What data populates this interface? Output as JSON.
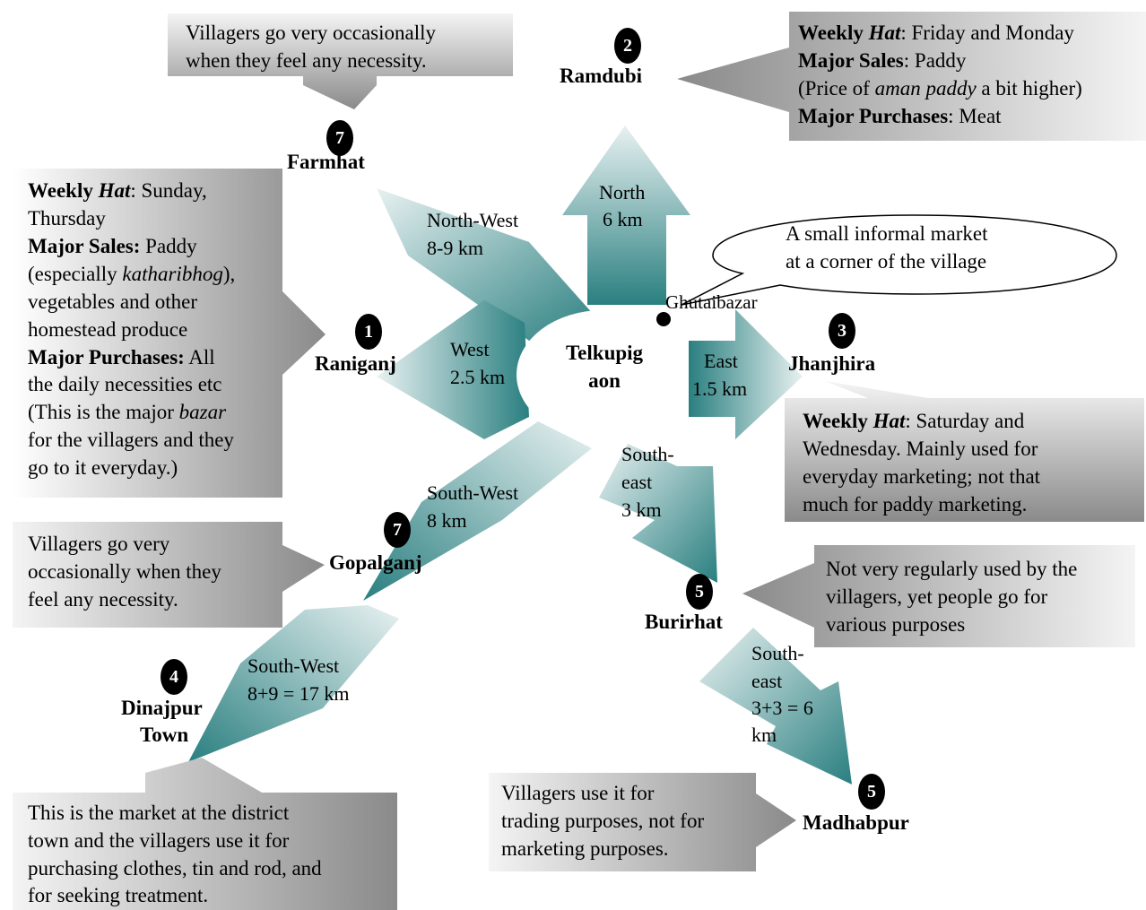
{
  "center": {
    "name_line1": "Telkupig",
    "name_line2": "aon"
  },
  "corner_market": {
    "name": "Ghutaibazar",
    "bubble_line1": "A small informal market",
    "bubble_line2": "at a corner of the village"
  },
  "routes": {
    "north": {
      "dir": "North",
      "dist": "6 km"
    },
    "north_west": {
      "dir": "North-West",
      "dist": "8-9 km"
    },
    "west": {
      "dir": "West",
      "dist": "2.5 km"
    },
    "east": {
      "dir": "East",
      "dist": "1.5 km"
    },
    "south_west": {
      "dir": "South-West",
      "dist": "8 km"
    },
    "south_east": {
      "dir1": "South-",
      "dir2": "east",
      "dist": "3 km"
    },
    "south_west_2": {
      "dir": "South-West",
      "dist": "8+9 = 17 km"
    },
    "south_east_2": {
      "dir1": "South-",
      "dir2": "east",
      "dist1": "3+3 = 6",
      "dist2": "km"
    }
  },
  "markets": {
    "ramdubi": {
      "name": "Ramdubi",
      "rank": "2"
    },
    "farmhat": {
      "name": "Farmhat",
      "rank": "7"
    },
    "raniganj": {
      "name": "Raniganj",
      "rank": "1"
    },
    "jhanjhira": {
      "name": "Jhanjhira",
      "rank": "3"
    },
    "gopalganj": {
      "name": "Gopalganj",
      "rank": "7"
    },
    "burirhat": {
      "name": "Burirhat",
      "rank": "5"
    },
    "dinajpur": {
      "name1": "Dinajpur",
      "name2": "Town",
      "rank": "4"
    },
    "madhabpur": {
      "name": "Madhabpur",
      "rank": "5"
    }
  },
  "notes": {
    "farmhat": {
      "line1": "Villagers go very occasionally",
      "line2": "when they feel any necessity."
    },
    "ramdubi": {
      "l1_b1": "Weekly ",
      "l1_i": "Hat",
      "l1_rest": ": Friday and Monday",
      "l2_b": "Major Sales",
      "l2_rest": ": Paddy",
      "l3_a": "(Price of ",
      "l3_i": "aman paddy",
      "l3_b": " a bit higher)",
      "l4_b": "Major Purchases",
      "l4_rest": ": Meat"
    },
    "raniganj": {
      "l1_b1": "Weekly ",
      "l1_i": "Hat",
      "l1_rest": ": Sunday,",
      "l2": "Thursday",
      "l3_b": "Major Sales:",
      "l3_rest": " Paddy",
      "l4_a": "(especially ",
      "l4_i": "katharibhog",
      "l4_b": "),",
      "l5": "vegetables and other",
      "l6": "homestead produce",
      "l7_b": "Major Purchases:",
      "l7_rest": " All",
      "l8": "the daily necessities etc",
      "l9": "(This is the major ",
      "l9_i": "bazar",
      "l10": "for the villagers and they",
      "l11": "go to it everyday.)"
    },
    "jhanjhira": {
      "l1_b1": "Weekly ",
      "l1_i": "Hat",
      "l1_rest": ": Saturday and",
      "l2": "Wednesday.  Mainly used for",
      "l3": "everyday marketing; not that",
      "l4": "much for paddy marketing."
    },
    "gopalganj": {
      "l1": "Villagers go very",
      "l2": "occasionally when they",
      "l3": "feel any necessity."
    },
    "burirhat": {
      "l1": "Not very regularly used by the",
      "l2": "villagers, yet people go for",
      "l3": "various purposes"
    },
    "dinajpur": {
      "l1": "This is the market at the district",
      "l2": "town and the villagers use it for",
      "l3": "purchasing clothes, tin and rod, and",
      "l4": "for seeking treatment."
    },
    "madhabpur": {
      "l1": "Villagers use it for",
      "l2": "trading purposes, not for",
      "l3": "marketing purposes."
    }
  },
  "colors": {
    "arrow_teal": "#2a7f80",
    "arrow_light": "#e8f1f1",
    "callout_dark": "#8a8a8a",
    "callout_light": "#f4f4f4"
  }
}
